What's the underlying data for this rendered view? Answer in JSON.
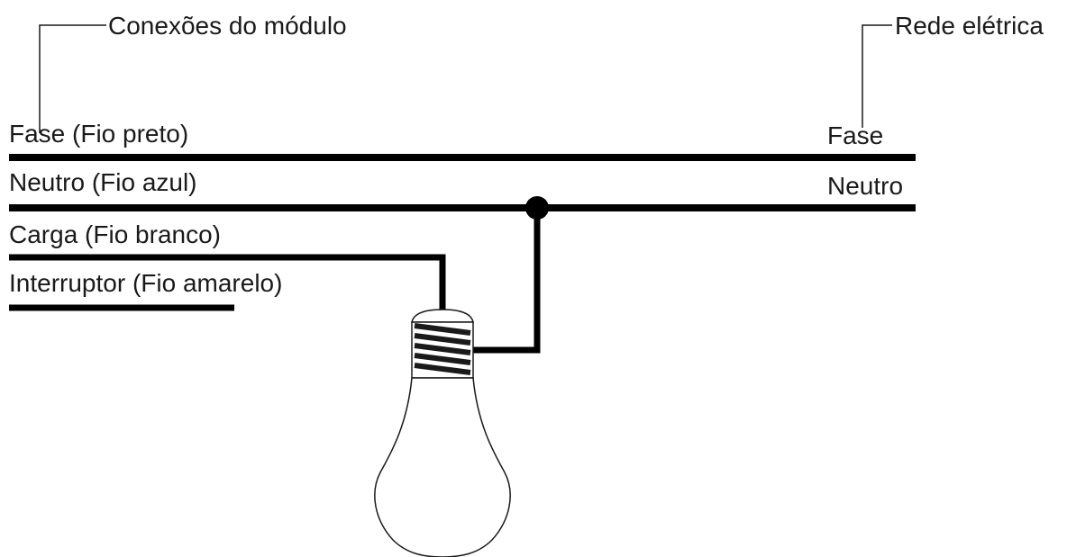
{
  "header": {
    "module_title": "Conexões do módulo",
    "grid_title": "Rede elétrica"
  },
  "module_wires": {
    "fase": "Fase (Fio preto)",
    "neutro": "Neutro (Fio azul)",
    "carga": "Carga (Fio branco)",
    "interruptor": "Interruptor (Fio amarelo)"
  },
  "grid_wires": {
    "fase": "Fase",
    "neutro": "Neutro"
  },
  "colors": {
    "wire": "#000000",
    "text": "#1a1a1a",
    "background": "#ffffff"
  }
}
